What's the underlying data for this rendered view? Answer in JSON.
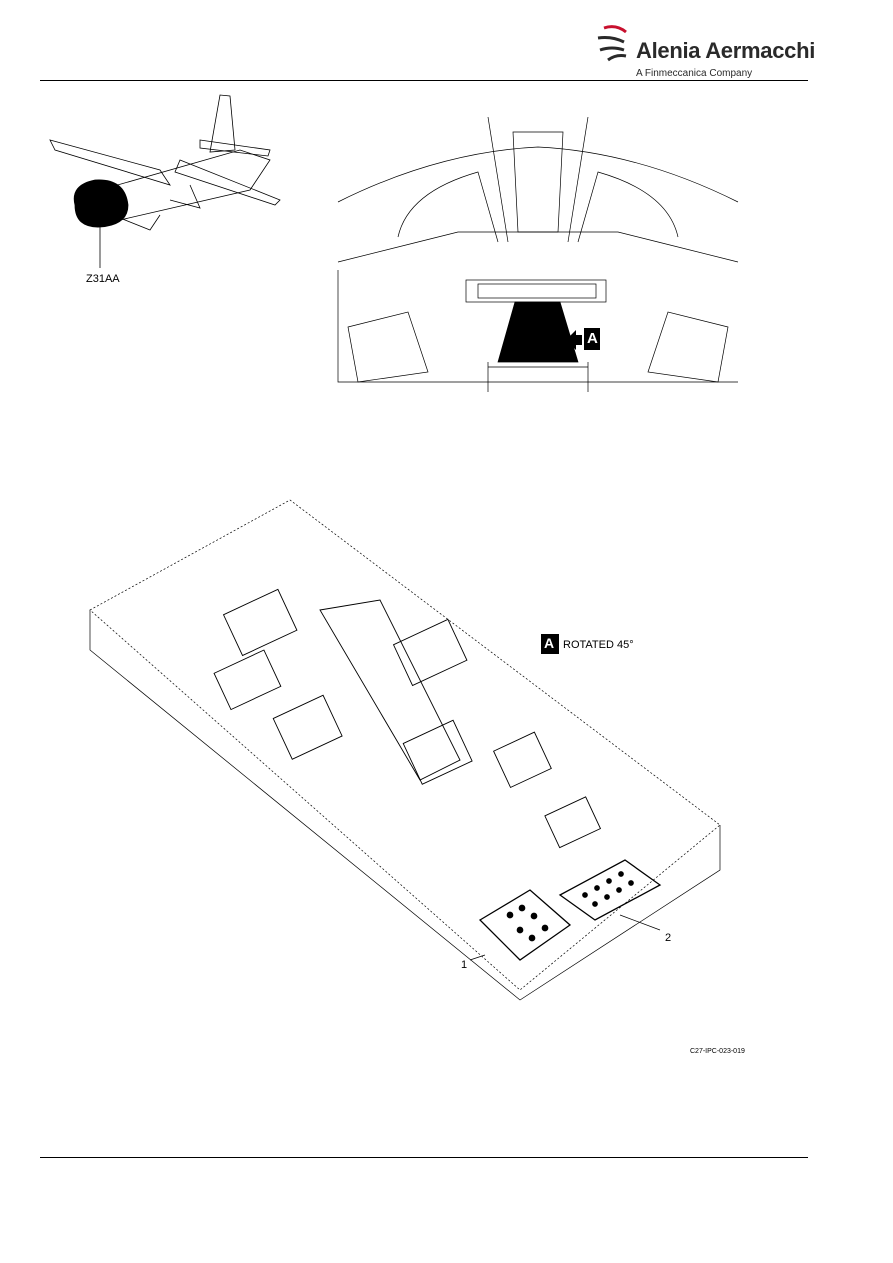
{
  "header": {
    "brand_name": "Alenia Aermacchi",
    "brand_sub": "A Finmeccanica Company",
    "accent_color": "#c8102e"
  },
  "figure": {
    "zone_label": "Z31AA",
    "view_callout": "A",
    "view_title": "ROTATED 45°",
    "item_1": "1",
    "item_2": "2",
    "figure_code": "C27-IPC-023-019"
  }
}
